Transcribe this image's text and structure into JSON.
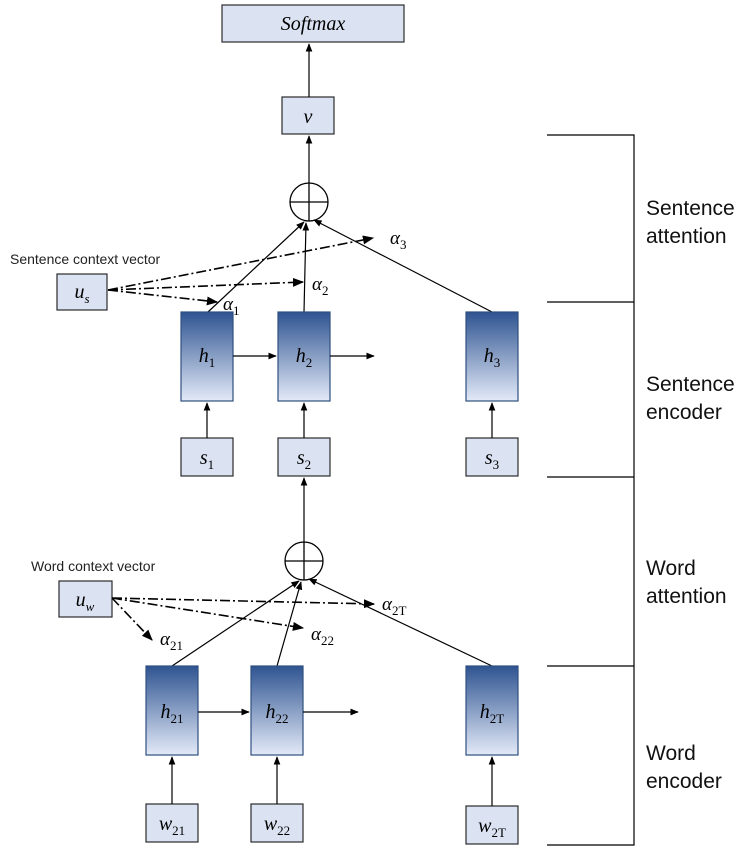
{
  "top": {
    "softmax": "Softmax",
    "v": "v"
  },
  "sentence_level": {
    "context_label": "Sentence context vector",
    "context_vector": {
      "base": "u",
      "sub": "s"
    },
    "alphas": [
      {
        "base": "α",
        "sub": "1"
      },
      {
        "base": "α",
        "sub": "2"
      },
      {
        "base": "α",
        "sub": "3"
      }
    ],
    "hidden": [
      {
        "base": "h",
        "sub": "1"
      },
      {
        "base": "h",
        "sub": "2"
      },
      {
        "base": "h",
        "sub": "3"
      }
    ],
    "inputs": [
      {
        "base": "s",
        "sub": "1"
      },
      {
        "base": "s",
        "sub": "2"
      },
      {
        "base": "s",
        "sub": "3"
      }
    ]
  },
  "word_level": {
    "context_label": "Word context vector",
    "context_vector": {
      "base": "u",
      "sub": "w"
    },
    "alphas": [
      {
        "base": "α",
        "sub": "21"
      },
      {
        "base": "α",
        "sub": "22"
      },
      {
        "base": "α",
        "sub": "2T"
      }
    ],
    "hidden": [
      {
        "base": "h",
        "sub": "21"
      },
      {
        "base": "h",
        "sub": "22"
      },
      {
        "base": "h",
        "sub": "2T"
      }
    ],
    "inputs": [
      {
        "base": "w",
        "sub": "21"
      },
      {
        "base": "w",
        "sub": "22"
      },
      {
        "base": "w",
        "sub": "2T"
      }
    ]
  },
  "sections": [
    {
      "line1": "Sentence",
      "line2": "attention"
    },
    {
      "line1": "Sentence",
      "line2": "encoder"
    },
    {
      "line1": "Word",
      "line2": "attention"
    },
    {
      "line1": "Word",
      "line2": "encoder"
    }
  ],
  "colors": {
    "light_box": "#dbe3f3",
    "hidden_top": "#2f5491",
    "hidden_bottom": "#e3eaf8"
  }
}
